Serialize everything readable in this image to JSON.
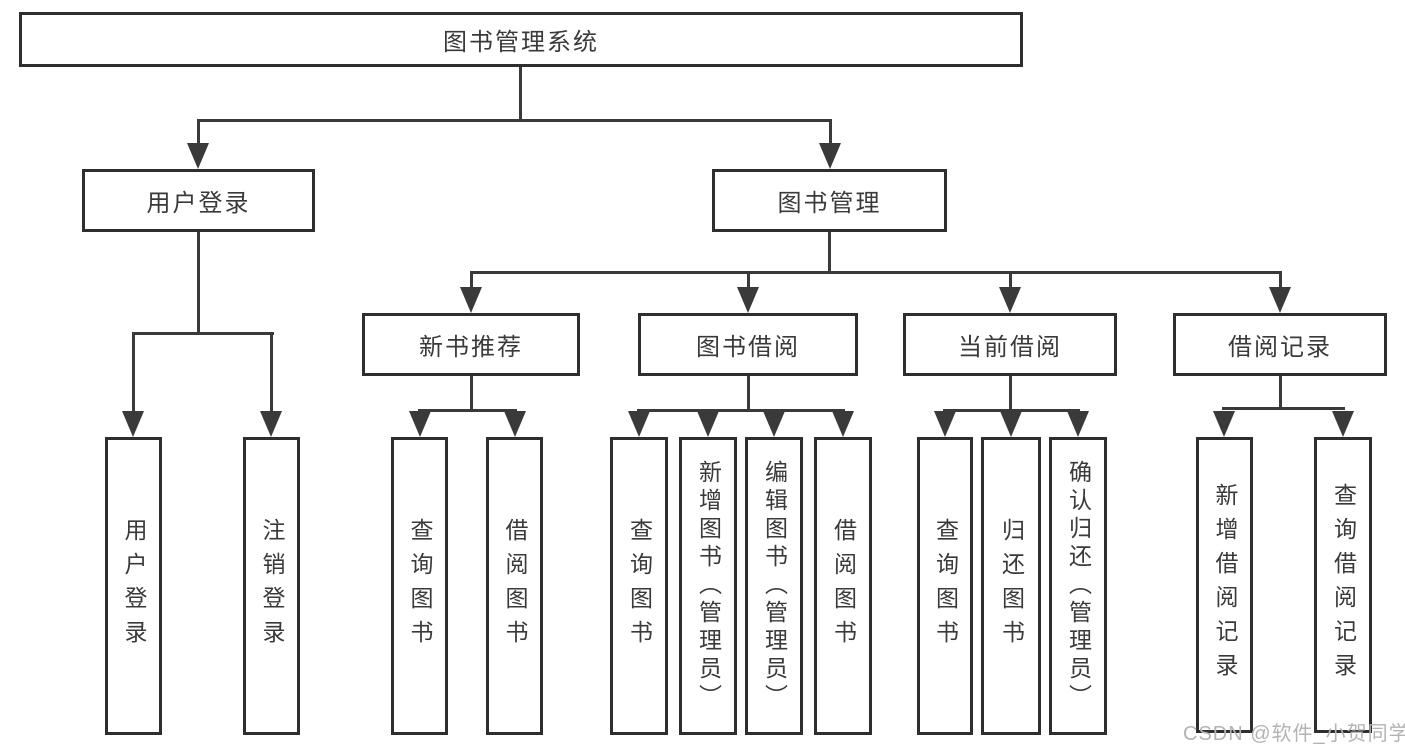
{
  "diagram": {
    "root": {
      "label": "图书管理系统"
    },
    "level1": [
      {
        "label": "用户登录",
        "children": [
          {
            "label": "用户登录"
          },
          {
            "label": "注销登录"
          }
        ]
      },
      {
        "label": "图书管理"
      }
    ],
    "level2": [
      {
        "label": "新书推荐",
        "children": [
          {
            "label": "查询图书"
          },
          {
            "label": "借阅图书"
          }
        ]
      },
      {
        "label": "图书借阅",
        "children": [
          {
            "label": "查询图书"
          },
          {
            "label": "新增图书（管理员）"
          },
          {
            "label": "编辑图书（管理员）"
          },
          {
            "label": "借阅图书"
          }
        ]
      },
      {
        "label": "当前借阅",
        "children": [
          {
            "label": "查询图书"
          },
          {
            "label": "归还图书"
          },
          {
            "label": "确认归还（管理员）"
          }
        ]
      },
      {
        "label": "借阅记录",
        "children": [
          {
            "label": "新增借阅记录"
          },
          {
            "label": "查询借阅记录"
          }
        ]
      }
    ]
  },
  "watermark": {
    "text": "CSDN @软件_小贺同学"
  },
  "colors": {
    "line": "#3a3a3a",
    "box_border": "#2e2e2e",
    "text": "#3a3a3a",
    "watermark": "#b3b3b3",
    "background": "#ffffff"
  }
}
